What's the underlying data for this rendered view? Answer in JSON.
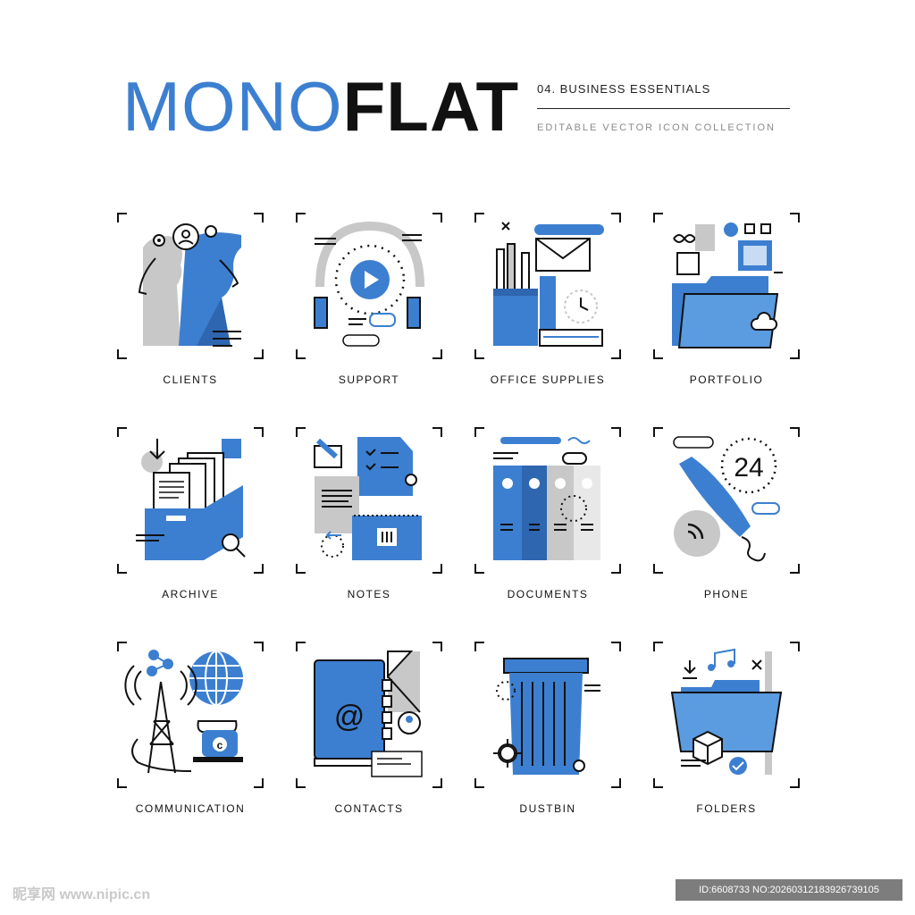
{
  "header": {
    "title_mono": "MONO",
    "title_flat": "FLAT",
    "subtitle": "04. BUSINESS ESSENTIALS",
    "tagline": "EDITABLE VECTOR ICON COLLECTION"
  },
  "colors": {
    "accent": "#3c7fd0",
    "dark": "#111111",
    "grey": "#c8c8c8",
    "light_blue": "#c7dbf3"
  },
  "icons": [
    {
      "label": "CLIENTS",
      "icon": "clients-icon"
    },
    {
      "label": "SUPPORT",
      "icon": "support-icon"
    },
    {
      "label": "OFFICE SUPPLIES",
      "icon": "office-supplies-icon"
    },
    {
      "label": "PORTFOLIO",
      "icon": "portfolio-icon"
    },
    {
      "label": "ARCHIVE",
      "icon": "archive-icon",
      "glyph_text": ""
    },
    {
      "label": "NOTES",
      "icon": "notes-icon"
    },
    {
      "label": "DOCUMENTS",
      "icon": "documents-icon"
    },
    {
      "label": "PHONE",
      "icon": "phone-icon",
      "glyph_text": "24"
    },
    {
      "label": "COMMUNICATION",
      "icon": "communication-icon"
    },
    {
      "label": "CONTACTS",
      "icon": "contacts-icon",
      "glyph_text": "@"
    },
    {
      "label": "DUSTBIN",
      "icon": "dustbin-icon"
    },
    {
      "label": "FOLDERS",
      "icon": "folders-icon"
    }
  ],
  "watermark": {
    "left": "昵享网 www.nipic.cn",
    "right": "ID:6608733 NO:20260312183926739105"
  }
}
